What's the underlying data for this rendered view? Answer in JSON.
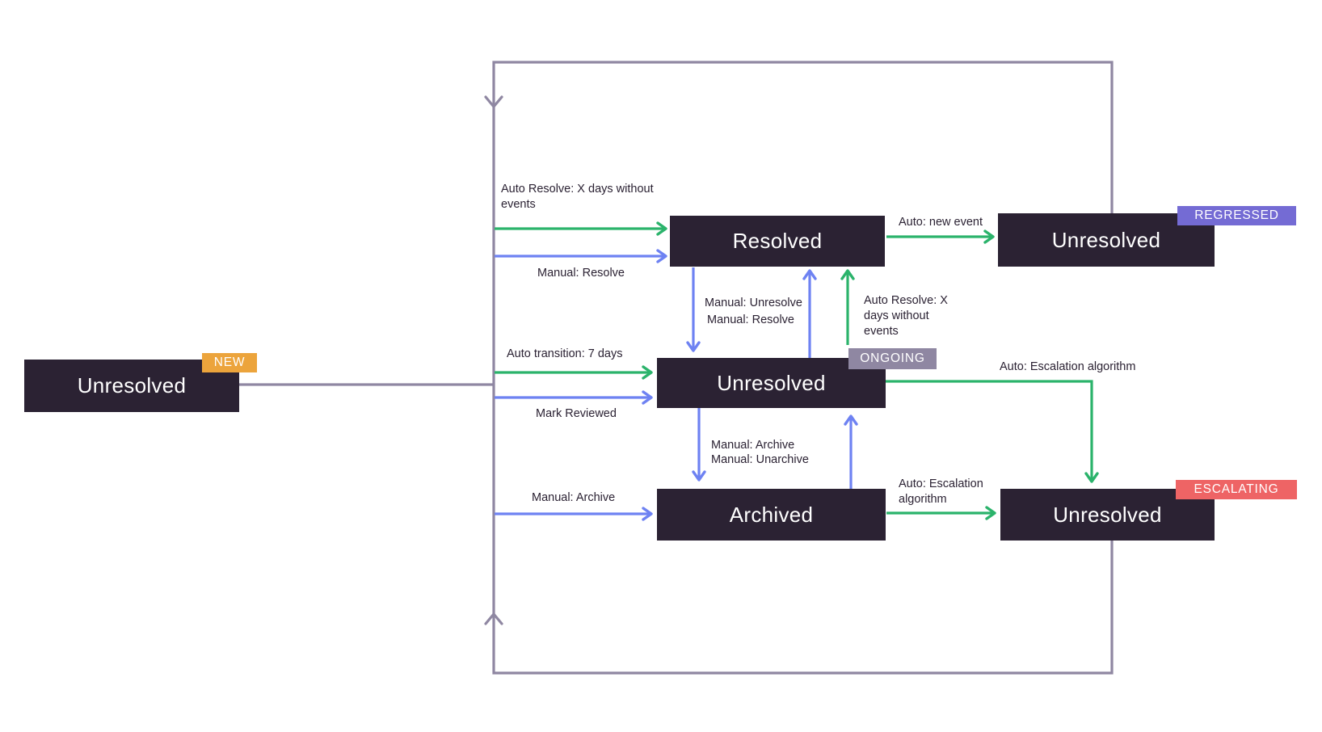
{
  "diagram": {
    "description": "Issue state transition diagram",
    "colors": {
      "box_background": "#2b2233",
      "box_text": "#ffffff",
      "auto_transition_green": "#2bb36b",
      "manual_transition_blue": "#6e82f2",
      "loop_line_gray": "#8f87a2",
      "label_text": "#2b2233",
      "badge_new": "#eca43c",
      "badge_regressed": "#746bd4",
      "badge_ongoing": "#8f87a2",
      "badge_escalating": "#ee6465"
    }
  },
  "nodes": {
    "new_unresolved": {
      "label": "Unresolved",
      "badge": "NEW"
    },
    "resolved": {
      "label": "Resolved"
    },
    "regressed_unresolved": {
      "label": "Unresolved",
      "badge": "REGRESSED"
    },
    "ongoing_unresolved": {
      "label": "Unresolved",
      "badge": "ONGOING"
    },
    "archived": {
      "label": "Archived"
    },
    "escalating_unresolved": {
      "label": "Unresolved",
      "badge": "ESCALATING"
    }
  },
  "edge_labels": {
    "auto_resolve_top": "Auto Resolve: X days without\nevents",
    "manual_resolve_top": "Manual: Resolve",
    "auto_new_event": "Auto: new event",
    "manual_unresolve_mid": "Manual: Unresolve",
    "manual_resolve_mid": "Manual: Resolve",
    "auto_resolve_right": "Auto Resolve: X\ndays without\nevents",
    "auto_transition": "Auto transition: 7 days",
    "mark_reviewed": "Mark Reviewed",
    "auto_escalation_right": "Auto: Escalation algorithm",
    "manual_archive_mid": "Manual: Archive",
    "manual_unarchive_mid": "Manual: Unarchive",
    "manual_archive_left": "Manual: Archive",
    "auto_escalation_bottom": "Auto: Escalation\nalgorithm"
  }
}
